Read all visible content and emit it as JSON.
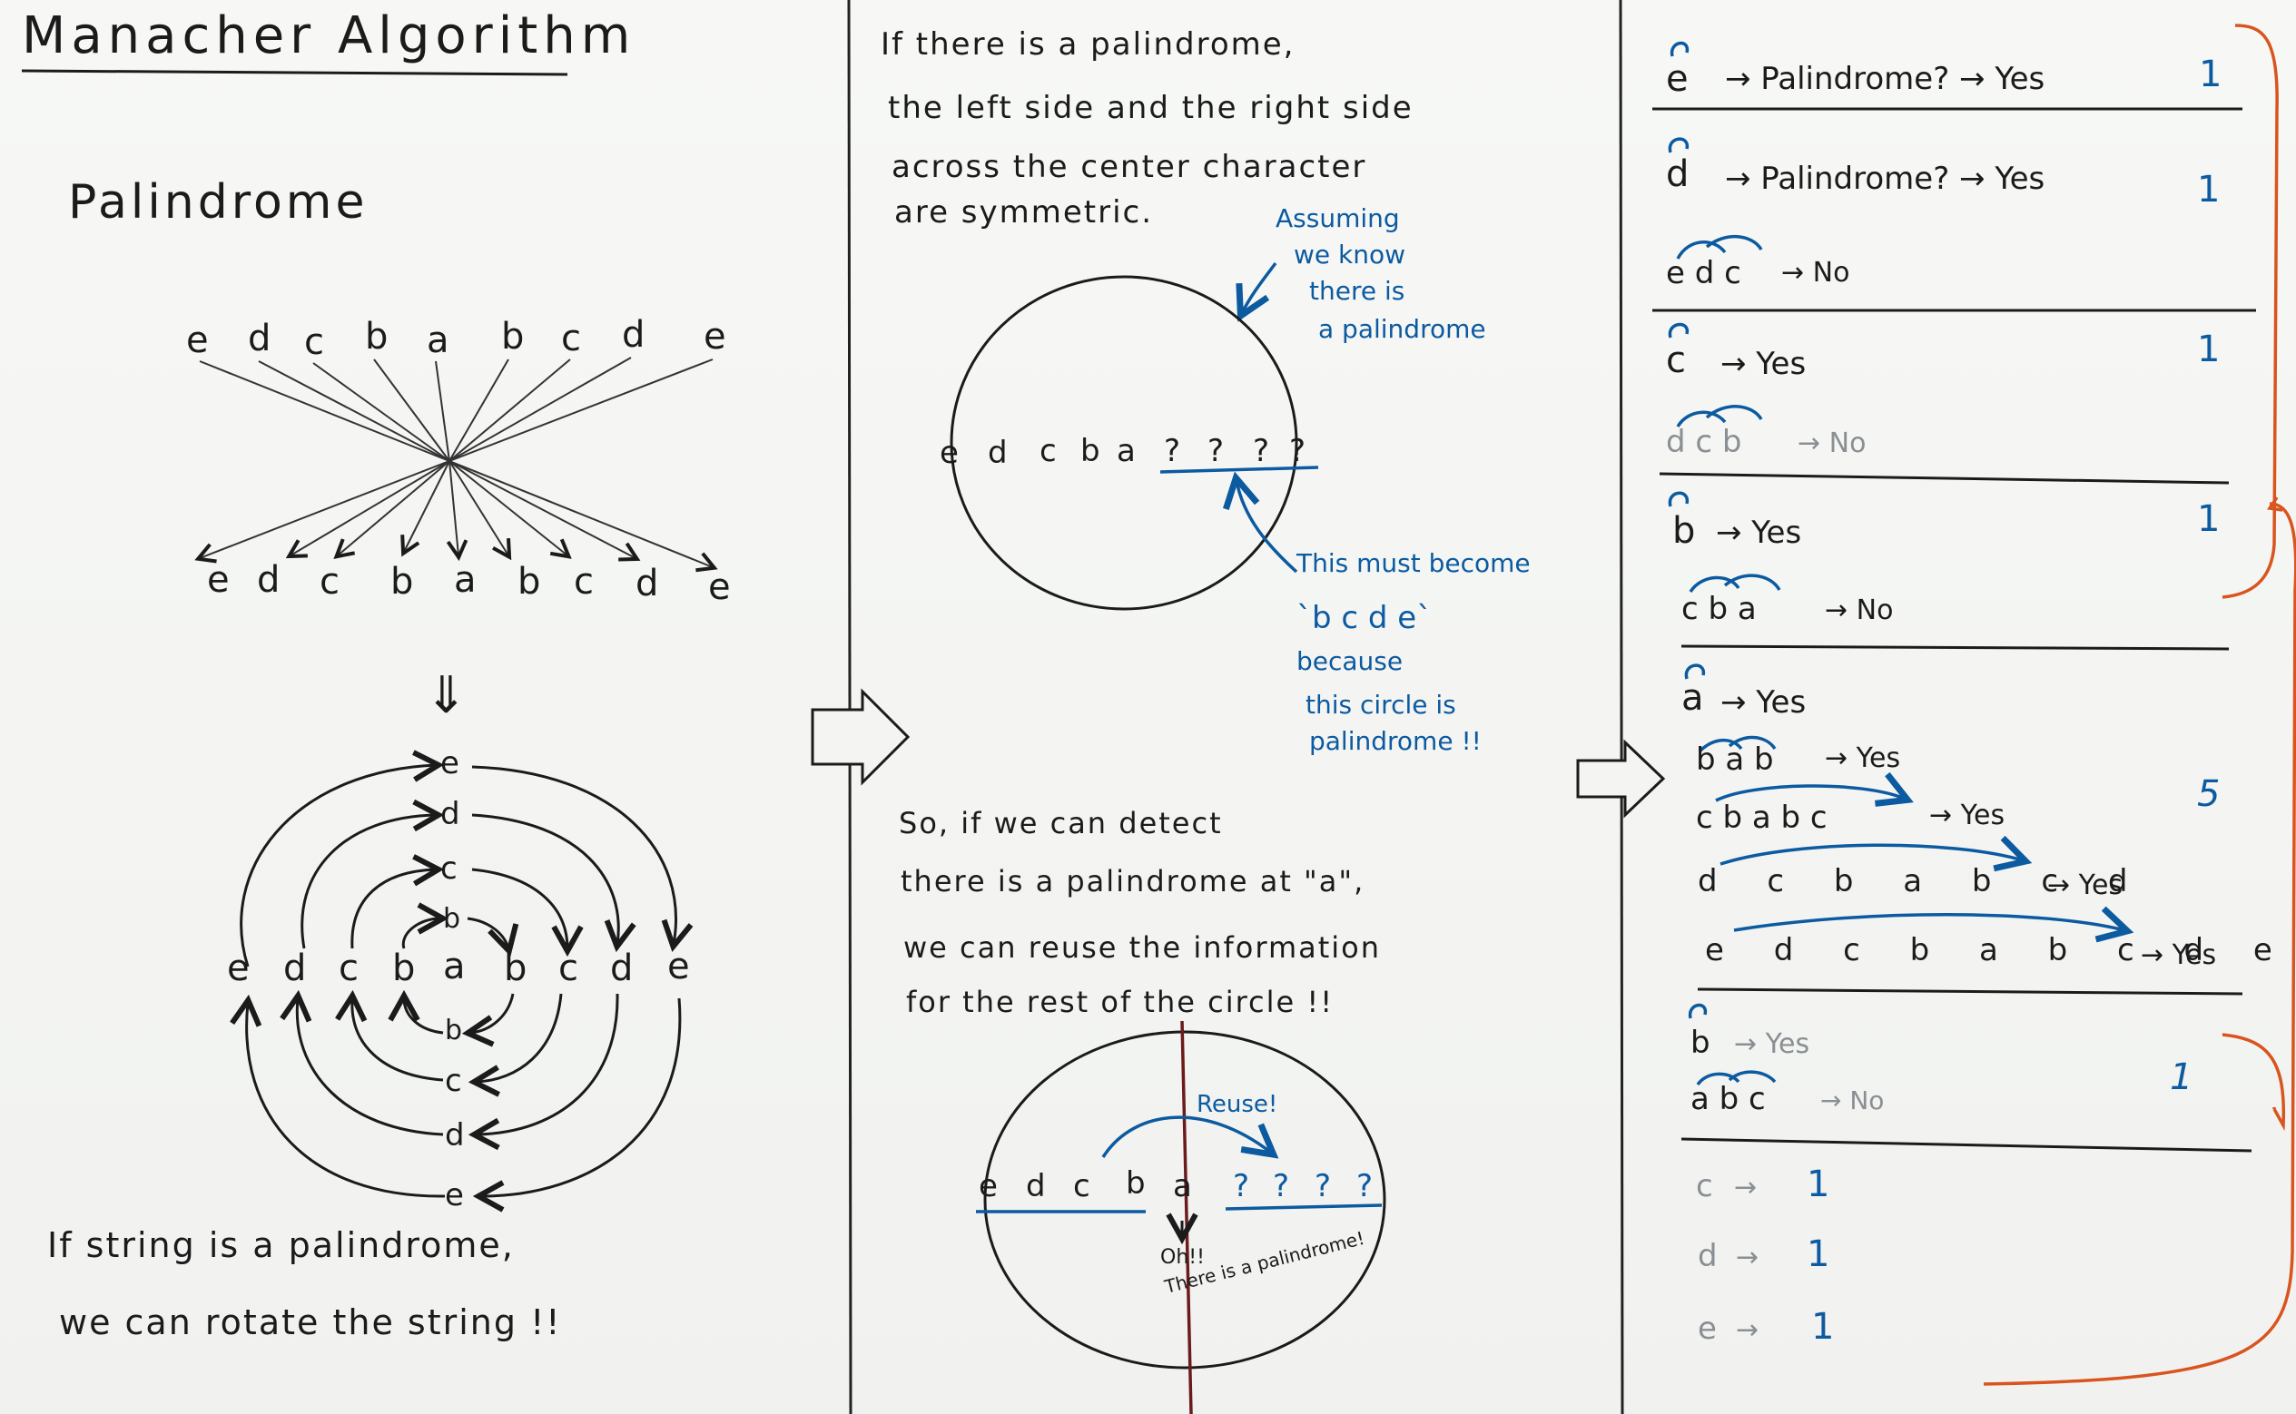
{
  "title": "Manacher Algorithm",
  "left": {
    "heading": "Palindrome",
    "letters": [
      "e",
      "d",
      "c",
      "b",
      "a",
      "b",
      "c",
      "d",
      "e"
    ],
    "down_arrow": "⇓",
    "circle_letters": [
      "e",
      "d",
      "c",
      "b",
      "a",
      "b",
      "c",
      "d",
      "e"
    ],
    "caption_line1": "If string is a palindrome,",
    "caption_line2": "we can rotate the string !!"
  },
  "middle": {
    "intro": [
      "If there is a palindrome,",
      "the left side and the right side",
      "across the center character",
      "are symmetric."
    ],
    "assume_note": [
      "Assuming",
      "we know",
      "there is",
      "a palindrome"
    ],
    "circle1_letters": [
      "e",
      "d",
      "c",
      "b",
      "a",
      "?",
      "?",
      "?",
      "?"
    ],
    "must_note": [
      "This must become",
      "`b c d e`",
      "because",
      "this circle is",
      "palindrome !!"
    ],
    "so_text": [
      "So, if we can detect",
      "there is a palindrome at \"a\",",
      "we can reuse the information",
      "for the rest of the circle !!"
    ],
    "circle2_letters": [
      "e",
      "d",
      "c",
      "b",
      "a",
      "?",
      "?",
      "?",
      "?"
    ],
    "reuse_label": "Reuse!",
    "oh_note": [
      "Oh!!",
      "There is a palindrome!"
    ]
  },
  "right": {
    "sections": [
      {
        "rows": [
          {
            "letters": "e",
            "text": "→ Palindrome? → Yes"
          }
        ],
        "count": "1"
      },
      {
        "rows": [
          {
            "letters": "d",
            "text": "→ Palindrome? → Yes"
          },
          {
            "letters": "e d c",
            "text": "→ No"
          }
        ],
        "count": "1"
      },
      {
        "rows": [
          {
            "letters": "c",
            "text": "→ Yes"
          },
          {
            "letters": "d c b",
            "text": "→ No"
          }
        ],
        "count": "1"
      },
      {
        "rows": [
          {
            "letters": "b",
            "text": "→ Yes"
          },
          {
            "letters": "c b a",
            "text": "→ No"
          }
        ],
        "count": "1"
      },
      {
        "rows": [
          {
            "letters": "a",
            "text": "→ Yes"
          },
          {
            "letters": "b a b",
            "text": "→ Yes"
          },
          {
            "letters": "c b a b c",
            "text": "→ Yes"
          },
          {
            "letters": "d c b a b c d",
            "text": "→ Yes"
          },
          {
            "letters": "e d c b a b c d e",
            "text": "→ Yes"
          }
        ],
        "count": "5"
      },
      {
        "rows": [
          {
            "letters": "b",
            "text": "→ Yes"
          },
          {
            "letters": "a b c",
            "text": "→ No"
          }
        ],
        "count": "1"
      },
      {
        "rows": [
          {
            "letters": "c",
            "text": "→"
          },
          {
            "letters": "d",
            "text": "→"
          },
          {
            "letters": "e",
            "text": "→"
          }
        ],
        "values": [
          "1",
          "1",
          "1"
        ]
      }
    ]
  },
  "colors": {
    "ink": "#1b1b1b",
    "marker_blue": "#0c5aa0",
    "marker_orange": "#d9541e",
    "board": "#f4f5f3"
  }
}
